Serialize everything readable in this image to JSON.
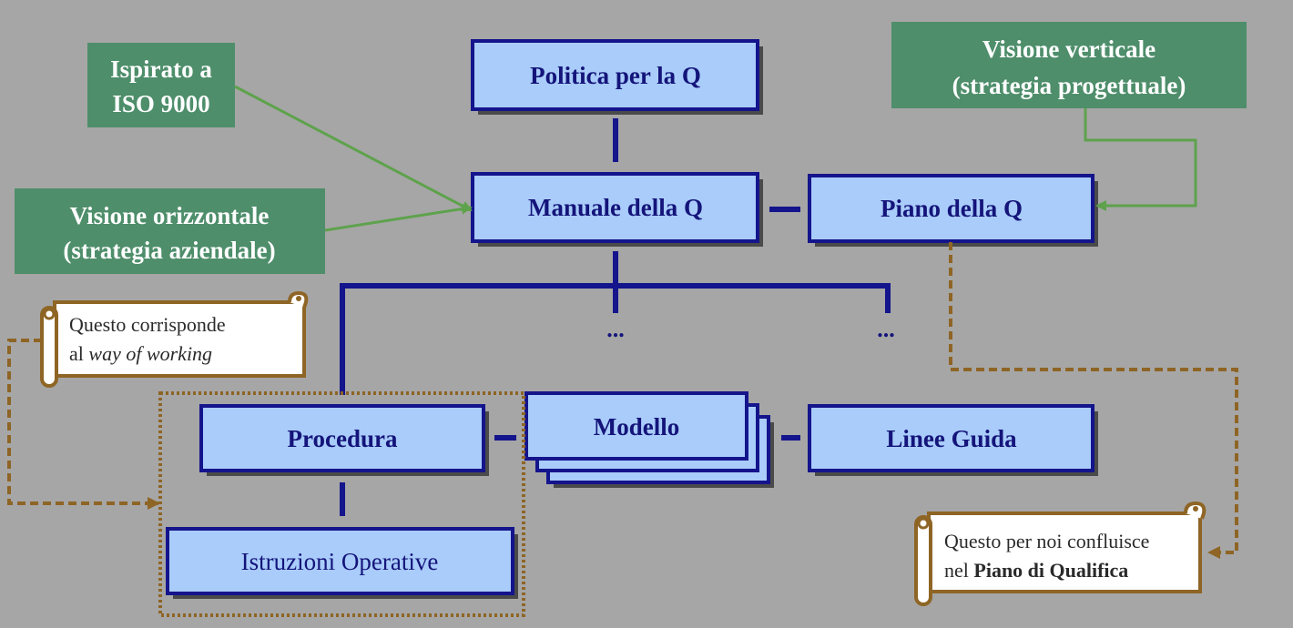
{
  "nodes": {
    "politica": "Politica per la Q",
    "manuale": "Manuale della Q",
    "piano": "Piano della Q",
    "procedura": "Procedura",
    "modello": "Modello",
    "linee_guida": "Linee Guida",
    "istruzioni": "Istruzioni Operative"
  },
  "ellipsis": [
    "...",
    "..."
  ],
  "annotations": {
    "ispirato": [
      "Ispirato a",
      "ISO 9000"
    ],
    "orizzontale": [
      "Visione orizzontale",
      "(strategia aziendale)"
    ],
    "verticale": [
      "Visione verticale",
      "(strategia progettuale)"
    ]
  },
  "notes": {
    "way_of_working": {
      "line1": "Questo corrisponde",
      "line2_prefix": "al ",
      "line2_emph": "way of working"
    },
    "piano_qualifica": {
      "line1": "Questo per noi confluisce",
      "line2_prefix": "nel ",
      "line2_bold": "Piano di Qualifica"
    }
  },
  "colors": {
    "background": "#a6a6a6",
    "box_fill": "#a9ccfa",
    "box_border": "#14148c",
    "annotation_fill": "#4e8e6b",
    "annotation_arrow": "#5ea24c",
    "note_border": "#8e6525"
  }
}
